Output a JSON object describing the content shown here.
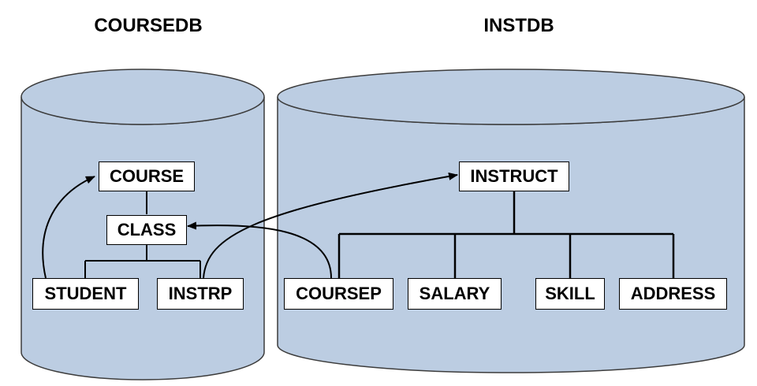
{
  "databases": [
    {
      "name": "COURSEDB"
    },
    {
      "name": "INSTDB"
    }
  ],
  "segments": {
    "course": "COURSE",
    "class": "CLASS",
    "student": "STUDENT",
    "instrp": "INSTRP",
    "instruct": "INSTRUCT",
    "coursep": "COURSEP",
    "salary": "SALARY",
    "skill": "SKILL",
    "address": "ADDRESS"
  },
  "colors": {
    "cylinder_fill": "#bccde2",
    "cylinder_stroke": "#3c3c3c",
    "box_fill": "#ffffff",
    "line": "#000000"
  }
}
